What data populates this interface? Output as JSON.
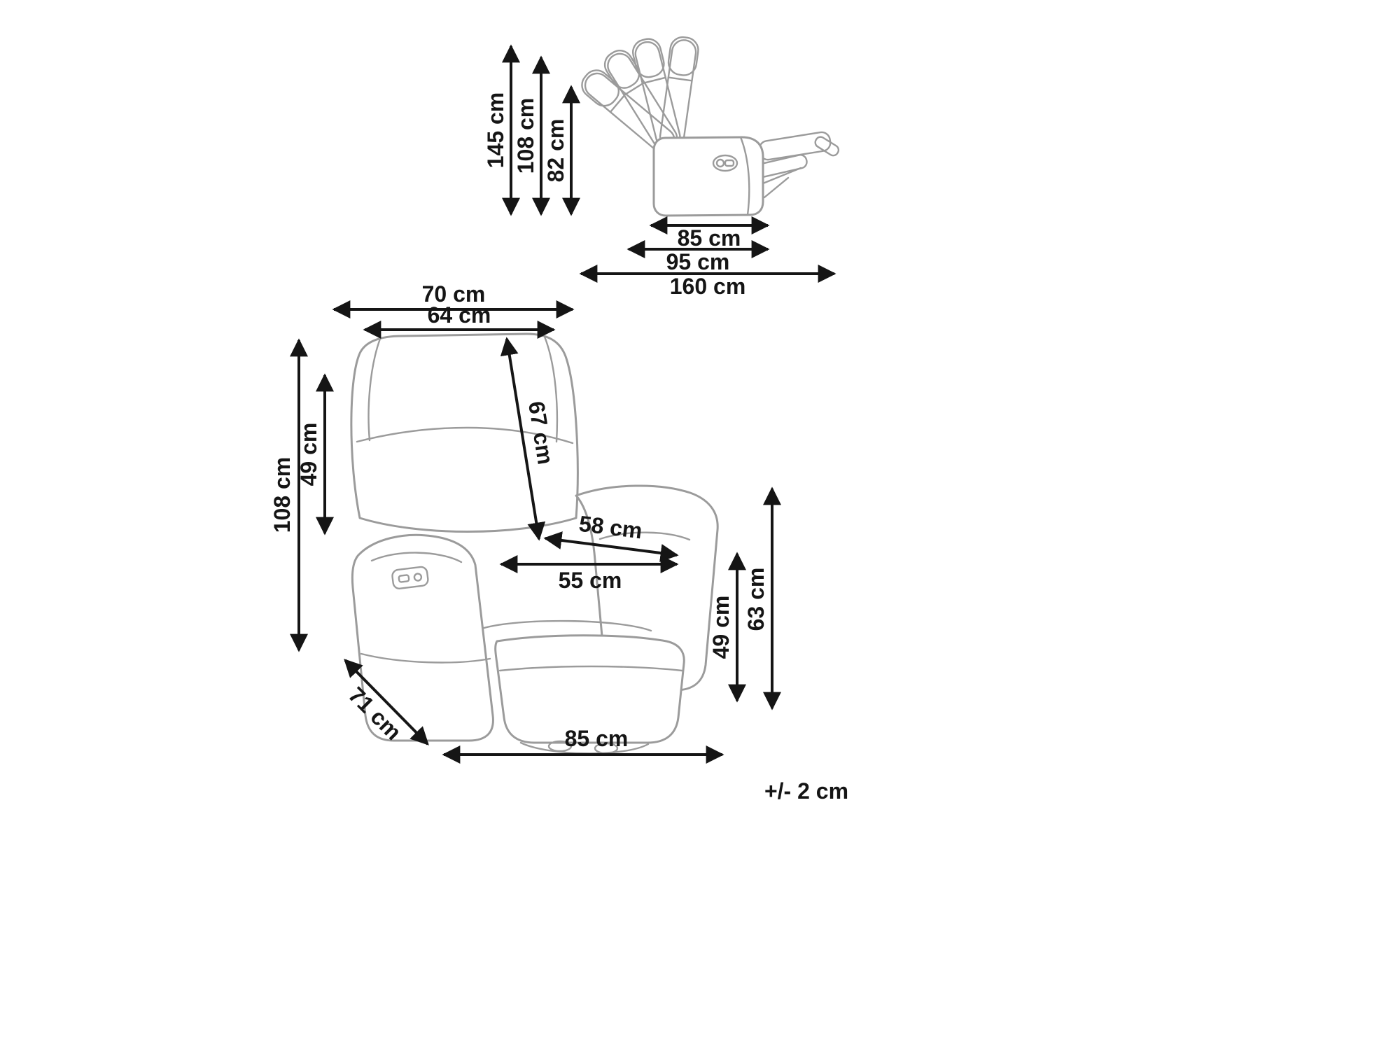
{
  "palette": {
    "background": "#ffffff",
    "chair_outline": "#9b9b9b",
    "dimension_color": "#151515"
  },
  "side_view": {
    "total_height": "145 cm",
    "backrest_height": "108 cm",
    "seat_back_height": "82 cm",
    "seat_depth": "85 cm",
    "base_depth": "95 cm",
    "reclined_length": "160 cm"
  },
  "front_view": {
    "top_width": "70 cm",
    "backrest_width": "64 cm",
    "total_height": "108 cm",
    "backrest_inner_height": "49 cm",
    "backrest_diagonal": "67 cm",
    "seat_diagonal": "58 cm",
    "seat_width": "55 cm",
    "seat_height": "49 cm",
    "armrest_height": "63 cm",
    "seat_depth": "71 cm",
    "base_width": "85 cm"
  },
  "tolerance_note": "+/- 2 cm"
}
